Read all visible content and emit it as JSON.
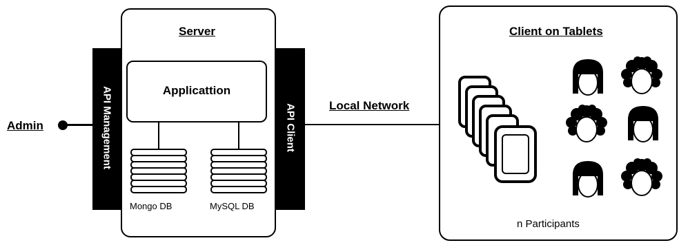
{
  "admin": {
    "label": "Admin"
  },
  "server": {
    "title": "Server",
    "application_label": "Applicattion",
    "databases": [
      {
        "label": "Mongo DB"
      },
      {
        "label": "MySQL DB"
      }
    ]
  },
  "bands": {
    "left_label": "API Management",
    "right_label": "API Client"
  },
  "network": {
    "label": "Local Network"
  },
  "client": {
    "title": "Client on Tablets",
    "participants_label": "n Participants",
    "tablet_count": 6,
    "participant_icons": [
      "straight-hair-person-icon",
      "curly-hair-person-icon",
      "curly-hair-person-icon",
      "straight-hair-person-icon",
      "straight-hair-person-icon",
      "curly-hair-person-icon"
    ]
  }
}
